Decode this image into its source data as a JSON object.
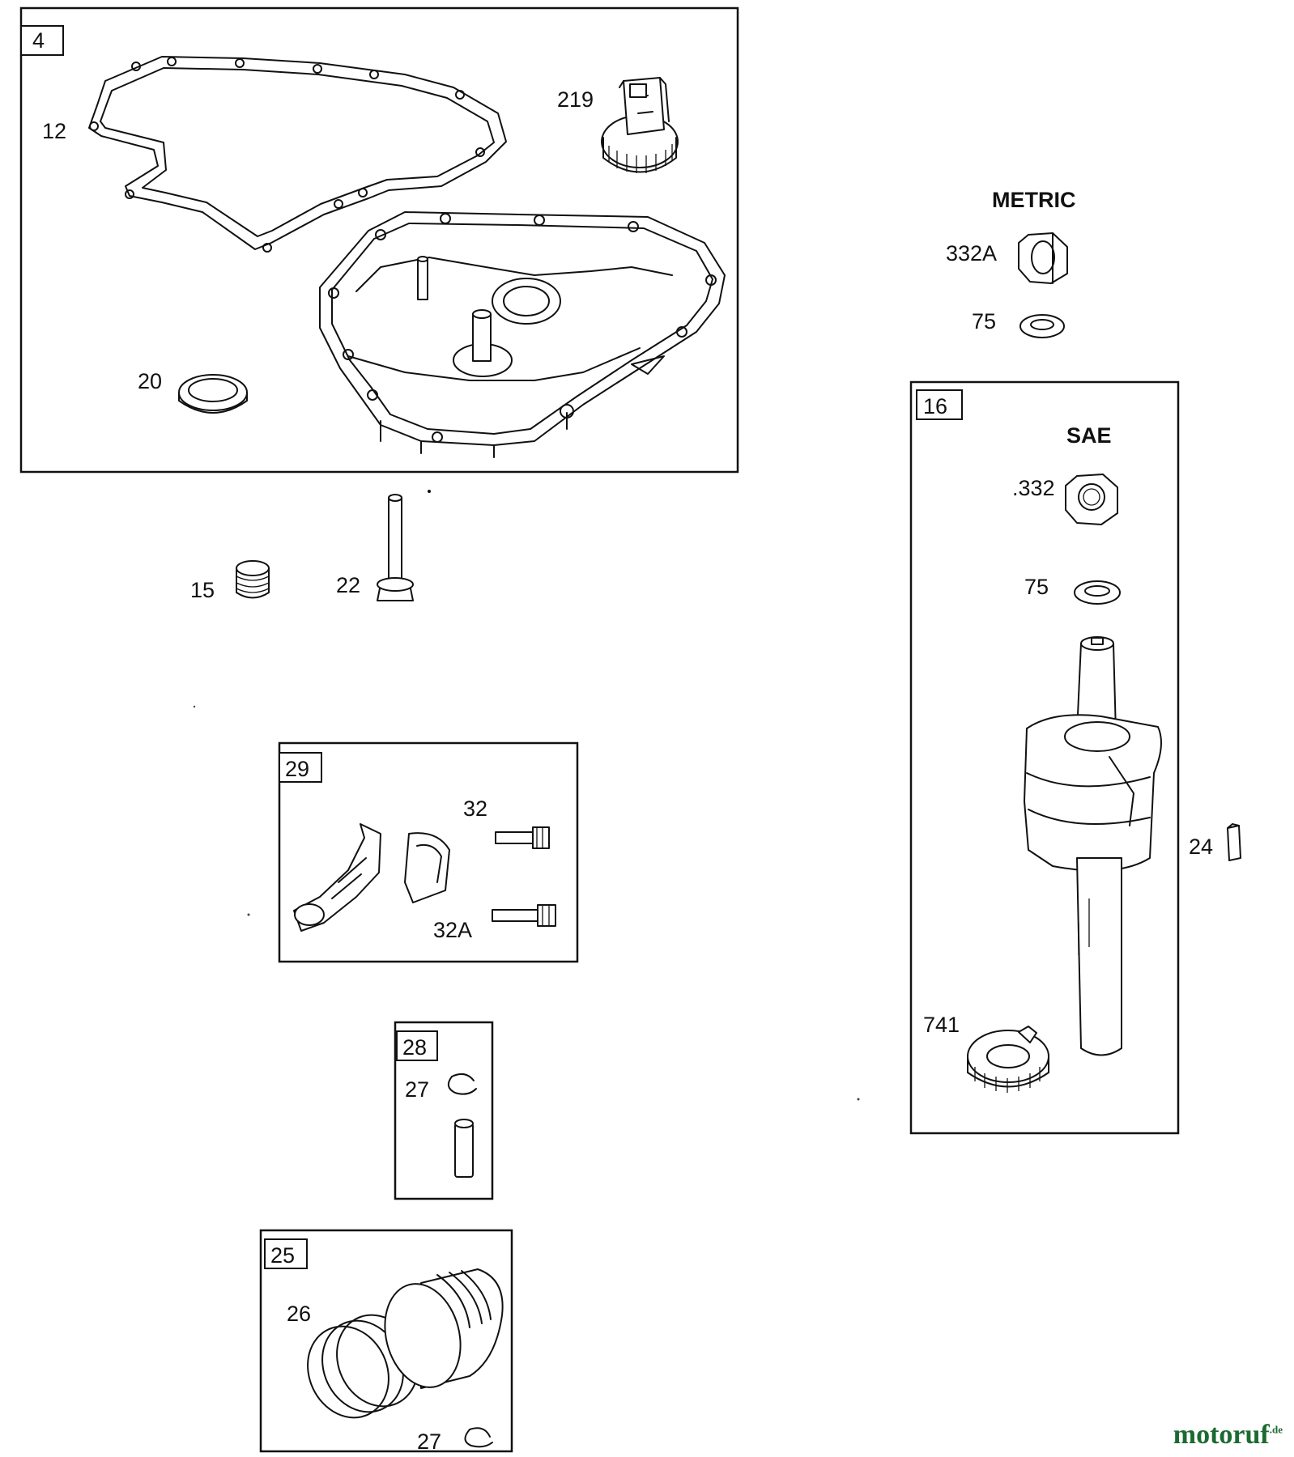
{
  "groups": {
    "g4": {
      "id": "4"
    },
    "g16": {
      "id": "16"
    },
    "g29": {
      "id": "29"
    },
    "g28": {
      "id": "28"
    },
    "g25": {
      "id": "25"
    }
  },
  "headers": {
    "metric": "METRIC",
    "sae": "SAE"
  },
  "parts": {
    "p12": "12",
    "p219": "219",
    "p20": "20",
    "p15": "15",
    "p22": "22",
    "p332a": "332A",
    "p75_metric": "75",
    "p332": ".332",
    "p75_sae": "75",
    "p24": "24",
    "p741": "741",
    "p32": "32",
    "p32a": "32A",
    "p27_pin": "27",
    "p26": "26",
    "p27_ring": "27"
  },
  "watermark": {
    "brand": "motoruf",
    "tld": ".de"
  }
}
